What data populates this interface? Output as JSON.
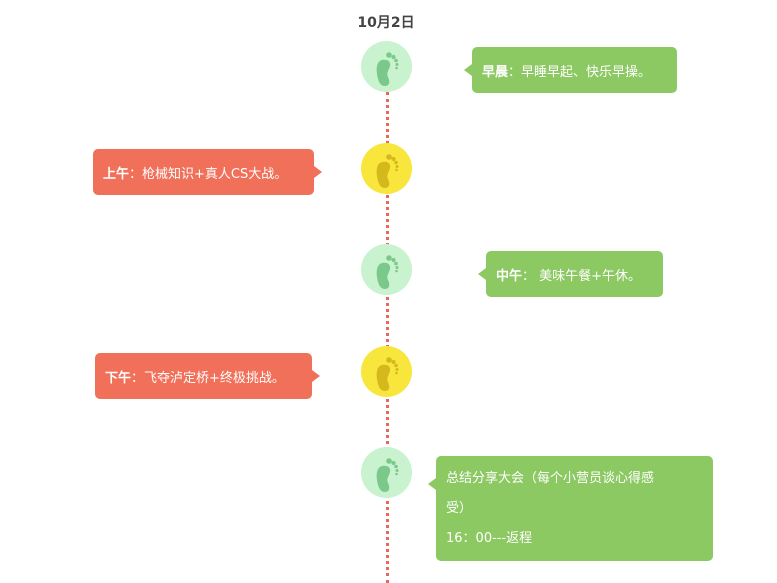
{
  "date": "10月2日",
  "colors": {
    "green_node": "#c9f2cf",
    "green_foot": "#7bc98a",
    "yellow_node": "#f9e63c",
    "yellow_foot": "#d4b81c",
    "green_bubble": "#8cc963",
    "red_bubble": "#f0705a",
    "timeline": "#e8675a"
  },
  "events": [
    {
      "side": "right",
      "node": "green",
      "icon": "footprint-icon",
      "label": "早晨",
      "text": "：早睡早起、快乐早操。"
    },
    {
      "side": "left",
      "node": "yellow",
      "icon": "footprint-icon",
      "label": "上午",
      "text": "：枪械知识+真人CS大战。"
    },
    {
      "side": "right",
      "node": "green",
      "icon": "footprint-icon",
      "label": "中午",
      "text": "： 美味午餐+午休。"
    },
    {
      "side": "left",
      "node": "yellow",
      "icon": "footprint-icon",
      "label": "下午",
      "text": "：飞夺泸定桥+终极挑战。"
    },
    {
      "side": "right",
      "node": "green",
      "icon": "footprint-icon",
      "line1": "总结分享大会（每个小营员谈心得感",
      "line2": "受）",
      "line3": "16：00---返程"
    }
  ]
}
